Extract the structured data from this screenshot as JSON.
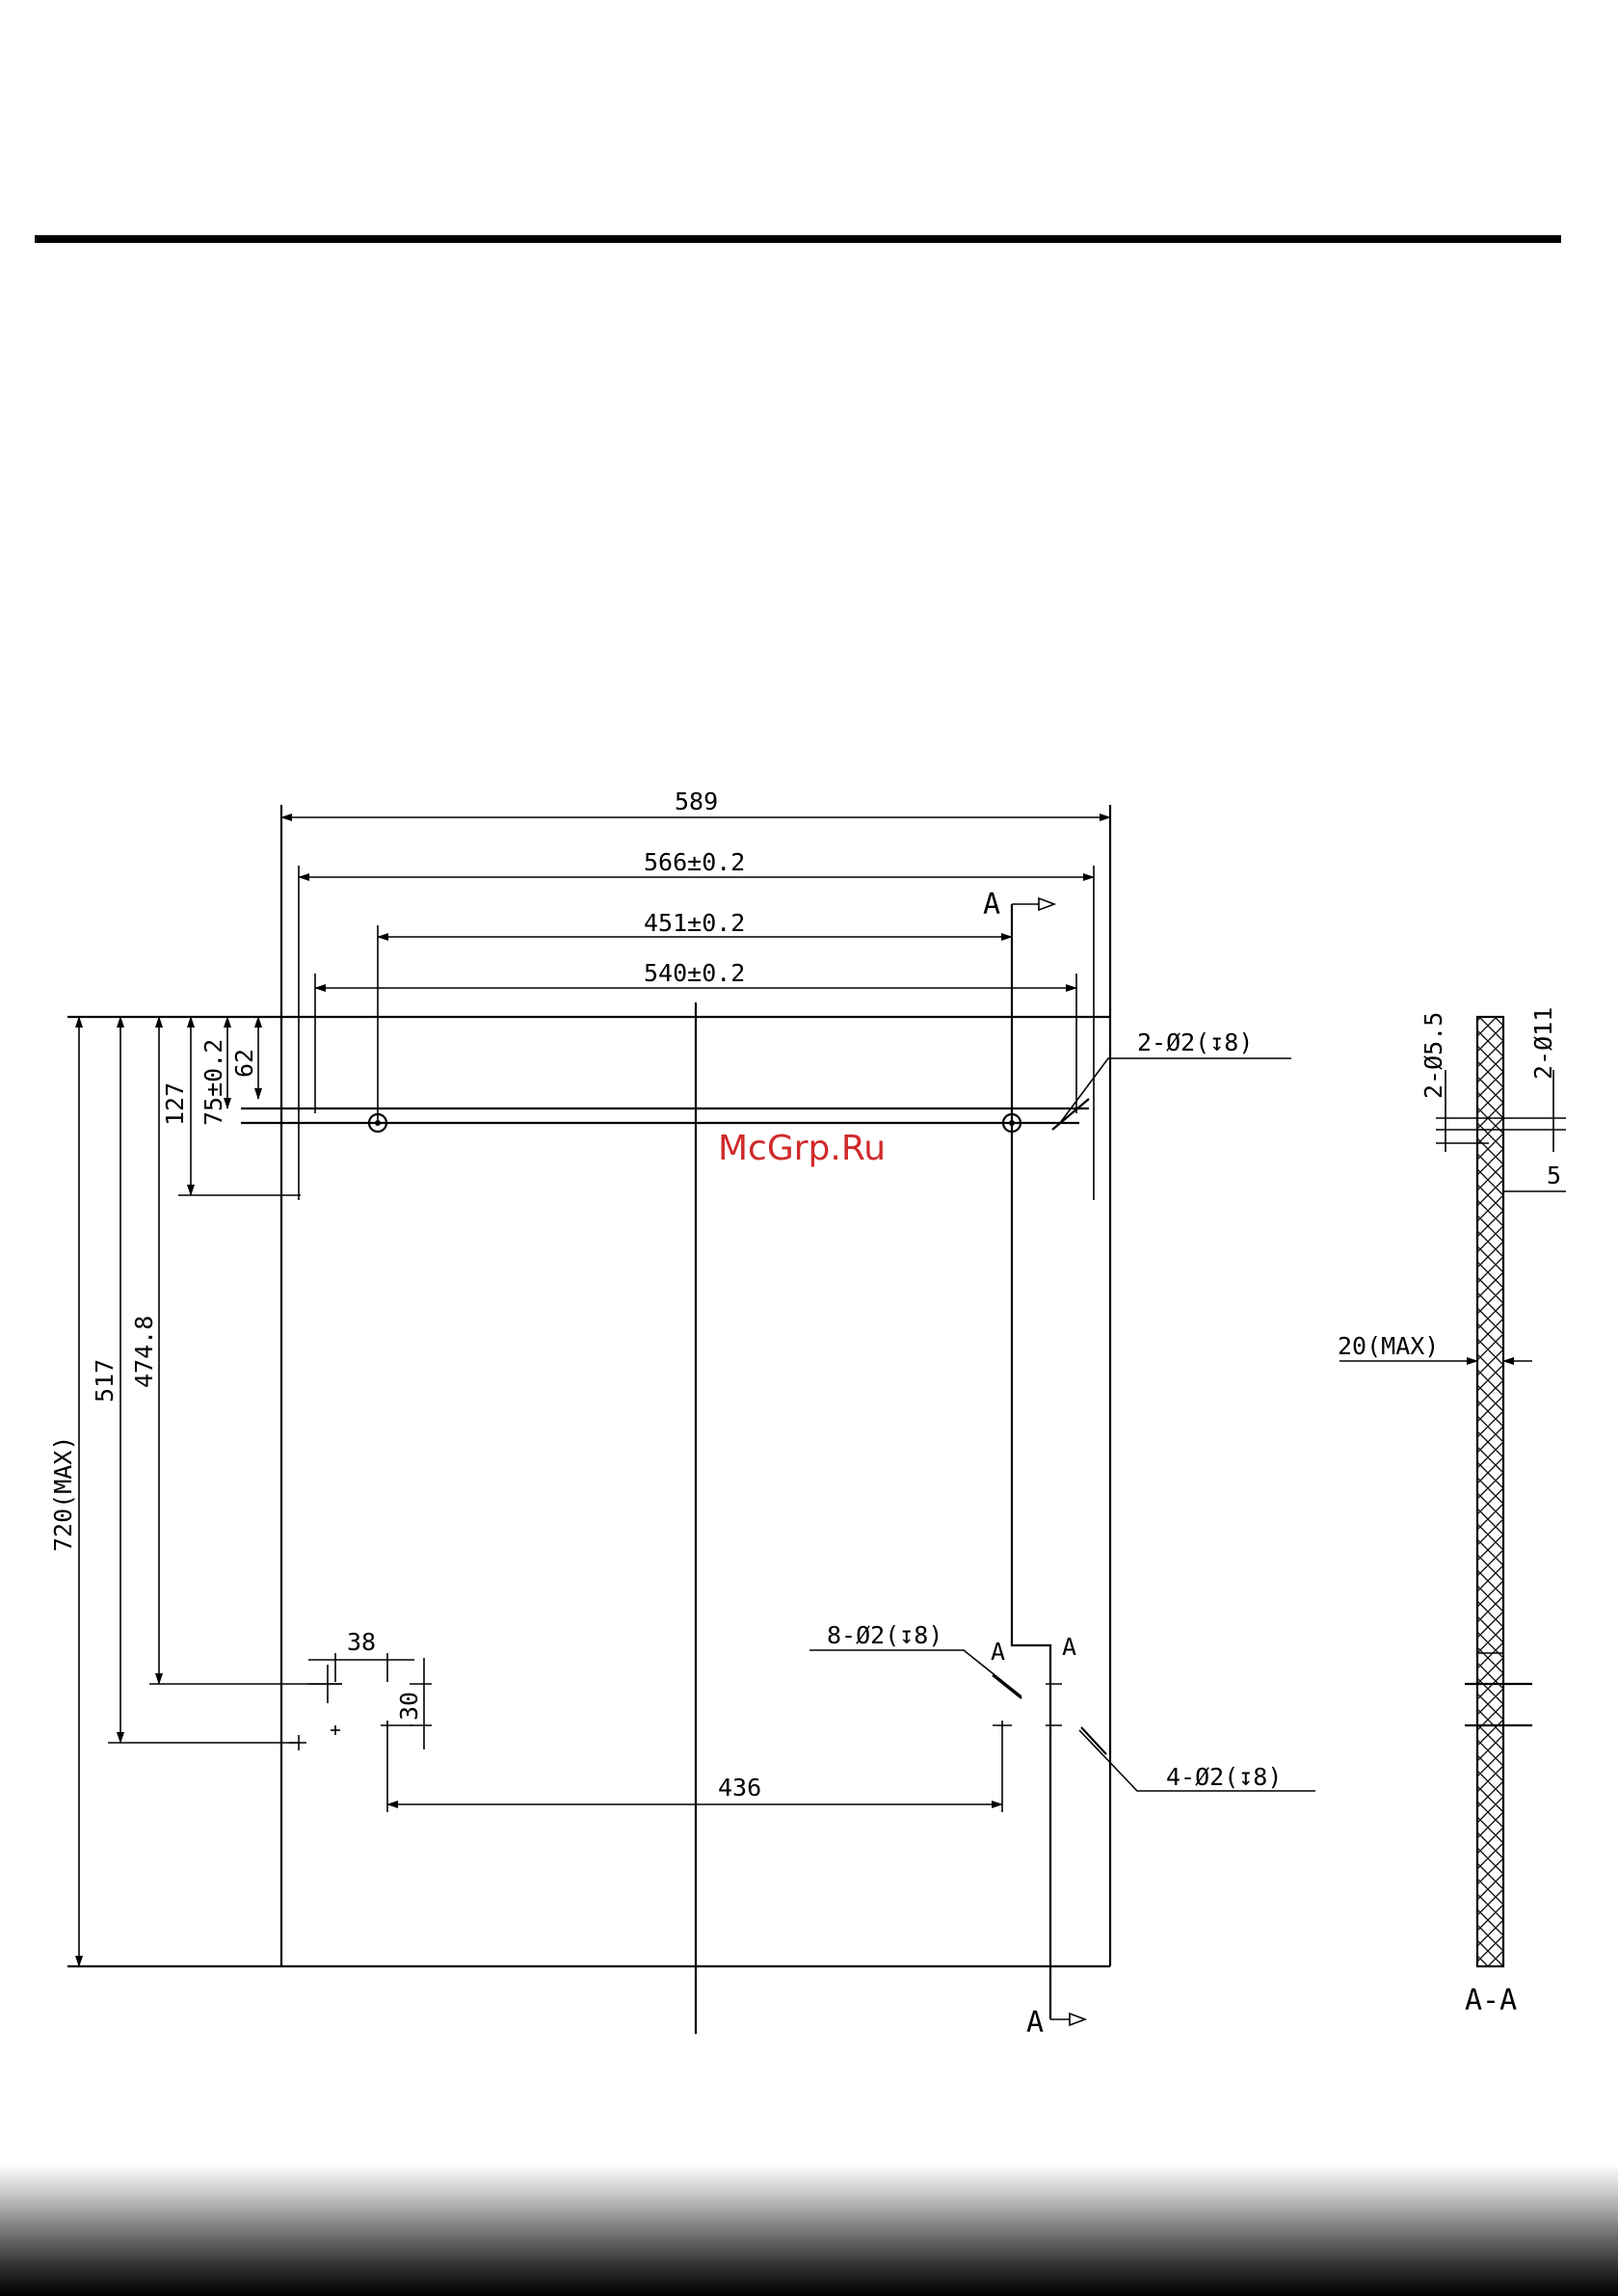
{
  "drawing": {
    "dims": {
      "d589": "589",
      "d566": "566±0.2",
      "d451": "451±0.2",
      "d540": "540±0.2",
      "d720": "720(MAX)",
      "d517": "517",
      "d474": "474.8",
      "d127": "127",
      "d75": "75±0.2",
      "d62": "62",
      "d38": "38",
      "d30": "30",
      "d436": "436",
      "side_d55": "2-Ø5.5",
      "side_d11": "2-Ø11",
      "side_5": "5",
      "side_20max": "20(MAX)"
    },
    "callouts": {
      "holes_top": "2-Ø2(↧8)",
      "holes_8": "8-Ø2(↧8)",
      "holes_4": "4-Ø2(↧8)"
    },
    "section": {
      "mark_top": "A",
      "mark_bottom": "A",
      "mark_mid_left": "A",
      "mark_mid_right": "A",
      "view_label": "A-A"
    }
  },
  "watermark": "McGrp.Ru"
}
